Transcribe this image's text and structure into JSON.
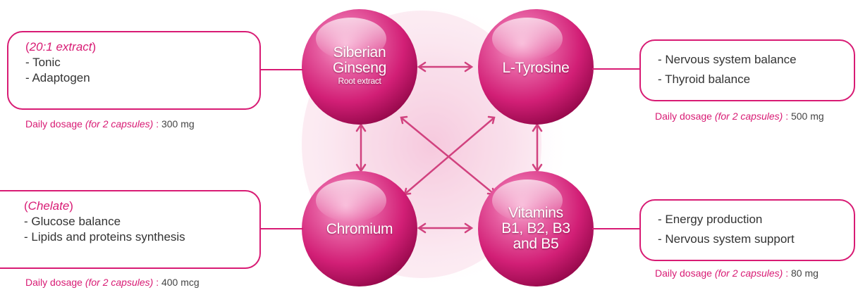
{
  "colors": {
    "accent": "#d81b74",
    "sphere_light": "#f7a8cf",
    "sphere_mid": "#e0287f",
    "sphere_dark": "#9a0a4e",
    "body_text": "#333333"
  },
  "ingredients": {
    "siberian_ginseng": {
      "name_lines": [
        "Siberian",
        "Ginseng"
      ],
      "subtitle": "Root extract",
      "form_open": "(",
      "form": "20:1 extract",
      "form_close": ")",
      "benefits": [
        "- Tonic",
        "- Adaptogen"
      ],
      "dosage_label": "Daily dosage ",
      "dosage_note": "(for 2 capsules)",
      "dosage_sep": " : ",
      "dosage_amount": "300 mg"
    },
    "l_tyrosine": {
      "name_lines": [
        "L-Tyrosine"
      ],
      "benefits": [
        "- Nervous system balance",
        "- Thyroid balance"
      ],
      "dosage_label": "Daily dosage ",
      "dosage_note": "(for 2 capsules)",
      "dosage_sep": " : ",
      "dosage_amount": "500 mg"
    },
    "chromium": {
      "name_lines": [
        "Chromium"
      ],
      "form_open": "(",
      "form": "Chelate",
      "form_close": ")",
      "benefits": [
        "- Glucose balance",
        "- Lipids and proteins synthesis"
      ],
      "dosage_label": "Daily dosage ",
      "dosage_note": "(for 2 capsules)",
      "dosage_sep": " : ",
      "dosage_amount": "400 mcg"
    },
    "vitamins": {
      "name_lines": [
        "Vitamins",
        "B1, B2, B3",
        "and B5"
      ],
      "benefits": [
        "- Energy production",
        "- Nervous system support"
      ],
      "dosage_label": "Daily dosage ",
      "dosage_note": "(for 2 capsules)",
      "dosage_sep": " : ",
      "dosage_amount": "80 mg"
    }
  }
}
